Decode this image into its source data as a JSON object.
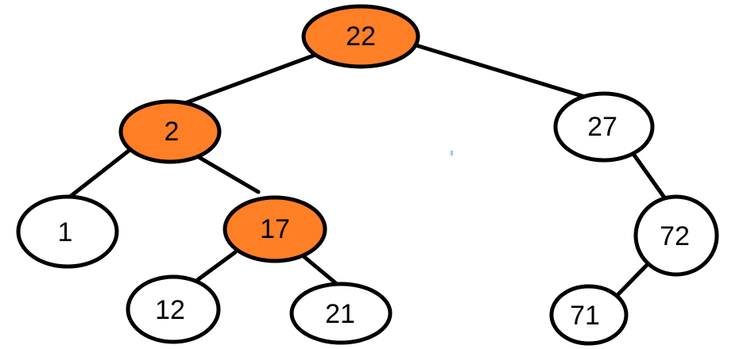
{
  "diagram": {
    "type": "binary-tree",
    "colors": {
      "highlight_fill": "#FF7F27",
      "default_fill": "#FFFFFF",
      "stroke": "#000000",
      "label": "#000000",
      "artifact_speck": "#8BCCEE"
    },
    "nodes": [
      {
        "label": "22",
        "fill": "#FF7F27",
        "highlighted": true
      },
      {
        "label": "2",
        "fill": "#FF7F27",
        "highlighted": true
      },
      {
        "label": "27",
        "fill": "#FFFFFF",
        "highlighted": false
      },
      {
        "label": "1",
        "fill": "#FFFFFF",
        "highlighted": false
      },
      {
        "label": "17",
        "fill": "#FF7F27",
        "highlighted": true
      },
      {
        "label": "12",
        "fill": "#FFFFFF",
        "highlighted": false
      },
      {
        "label": "21",
        "fill": "#FFFFFF",
        "highlighted": false
      },
      {
        "label": "72",
        "fill": "#FFFFFF",
        "highlighted": false
      },
      {
        "label": "71",
        "fill": "#FFFFFF",
        "highlighted": false
      }
    ],
    "edges": [
      {
        "from": "22",
        "to": "2"
      },
      {
        "from": "22",
        "to": "27"
      },
      {
        "from": "2",
        "to": "1"
      },
      {
        "from": "2",
        "to": "17"
      },
      {
        "from": "17",
        "to": "12"
      },
      {
        "from": "17",
        "to": "21"
      },
      {
        "from": "27",
        "to": "72"
      },
      {
        "from": "72",
        "to": "71"
      }
    ]
  }
}
